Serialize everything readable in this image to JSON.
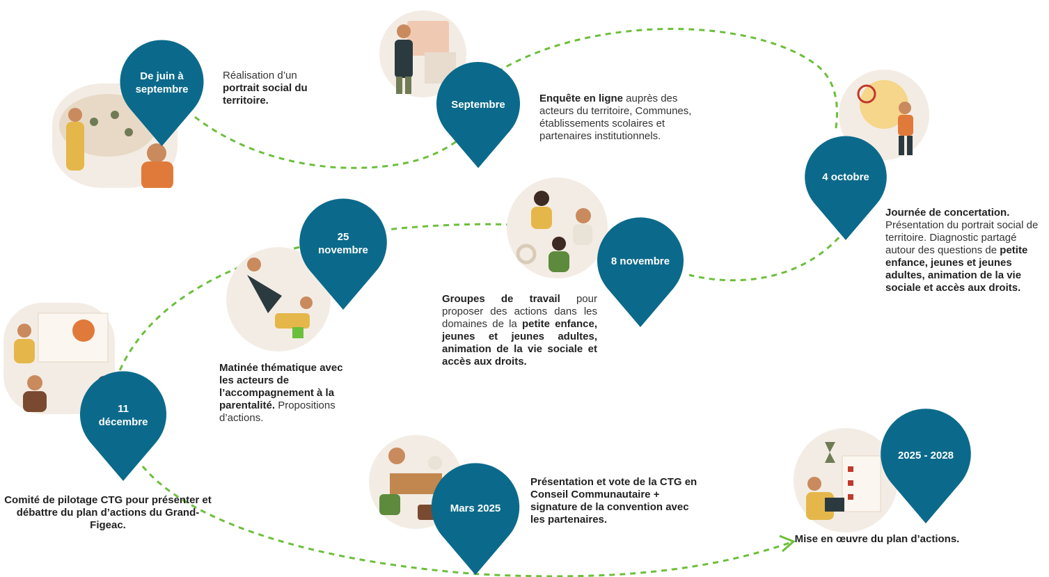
{
  "colors": {
    "pin": "#0b6a8b",
    "path": "#6bbf3a",
    "skin": "#c98a5e",
    "accent_orange": "#e07a3a",
    "accent_yellow": "#e5b74a",
    "accent_dark": "#2b3a3f"
  },
  "steps": [
    {
      "id": "juin",
      "label": "De juin à\nseptembre",
      "desc": [
        {
          "t": "Réalisation d’un ",
          "b": false
        },
        {
          "t": "portrait social du territoire.",
          "b": true
        }
      ],
      "icon": "map-planning-illustration"
    },
    {
      "id": "sept",
      "label": "Septembre",
      "desc": [
        {
          "t": "Enquête en ligne",
          "b": true
        },
        {
          "t": " auprès des acteurs du territoire, Communes, établissements scolaires et partenaires institutionnels.",
          "b": false
        }
      ],
      "icon": "survey-illustration"
    },
    {
      "id": "oct",
      "label": "4 octobre",
      "desc": [
        {
          "t": "Journée de concertation.",
          "b": true
        },
        {
          "t": " Présentation du portrait social de territoire. Diagnostic partagé autour des questions de ",
          "b": false
        },
        {
          "t": "petite enfance, jeunes et jeunes adultes, animation de la vie sociale et accès aux droits.",
          "b": true
        }
      ],
      "icon": "target-idea-illustration"
    },
    {
      "id": "nov8",
      "label": "8 novembre",
      "desc": [
        {
          "t": "Groupes de travail",
          "b": true
        },
        {
          "t": " pour proposer des actions dans les domaines de la ",
          "b": false
        },
        {
          "t": "petite enfance, jeunes et jeunes adultes, animation de la vie sociale et accès aux droits.",
          "b": true
        }
      ],
      "icon": "teamwork-illustration"
    },
    {
      "id": "nov25",
      "label": "25\nnovembre",
      "desc": [
        {
          "t": "Matinée thématique avec les acteurs de l’accompagnement à la parentalité.",
          "b": true
        },
        {
          "t": " Propositions d’actions.",
          "b": false
        }
      ],
      "icon": "parenting-illustration"
    },
    {
      "id": "dec",
      "label": "11\ndécembre",
      "desc": [
        {
          "t": "Comité de pilotage CTG pour présenter et débattre du plan d’actions du Grand-Figeac.",
          "b": true
        }
      ],
      "icon": "meeting-illustration"
    },
    {
      "id": "mars",
      "label": "Mars 2025",
      "desc": [
        {
          "t": "Présentation et vote de la CTG en Conseil Communautaire + signature de la convention avec les partenaires.",
          "b": true
        }
      ],
      "icon": "handshake-illustration"
    },
    {
      "id": "plan",
      "label": "2025 - 2028",
      "desc": [
        {
          "t": "Mise en œuvre du plan d’actions.",
          "b": true
        }
      ],
      "icon": "checklist-illustration"
    }
  ]
}
